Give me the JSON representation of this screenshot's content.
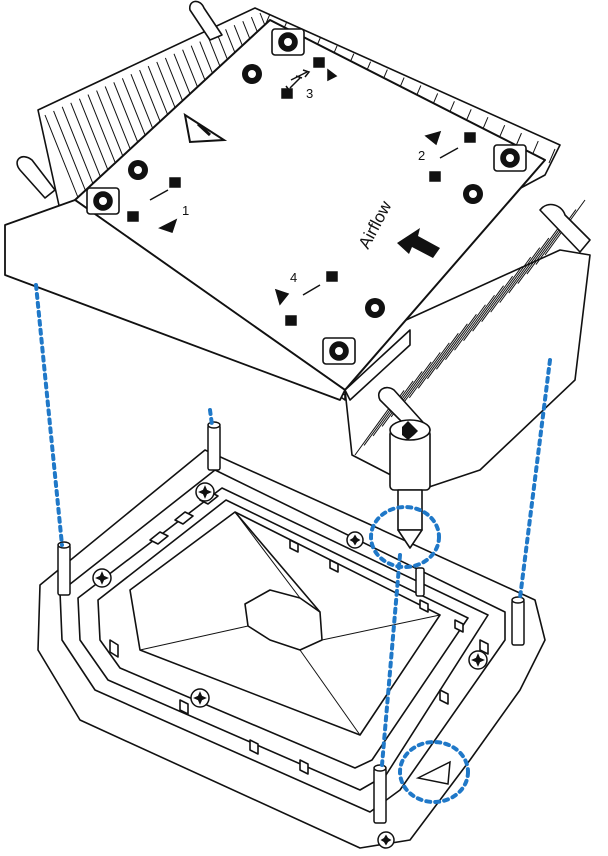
{
  "diagram": {
    "labels": {
      "airflow": "Airflow",
      "step_1": "1",
      "step_2": "2",
      "step_3": "3",
      "step_4": "4"
    },
    "icons": {
      "warning": "warning-triangle-icon",
      "airflow_arrow": "airflow-arrow-icon",
      "screw": "torx-screw-icon",
      "lock": "lock-icon",
      "unlock": "unlock-icon"
    },
    "colors": {
      "guide_line": "#1f78c8",
      "outline": "#111111",
      "fill": "#ffffff"
    }
  }
}
